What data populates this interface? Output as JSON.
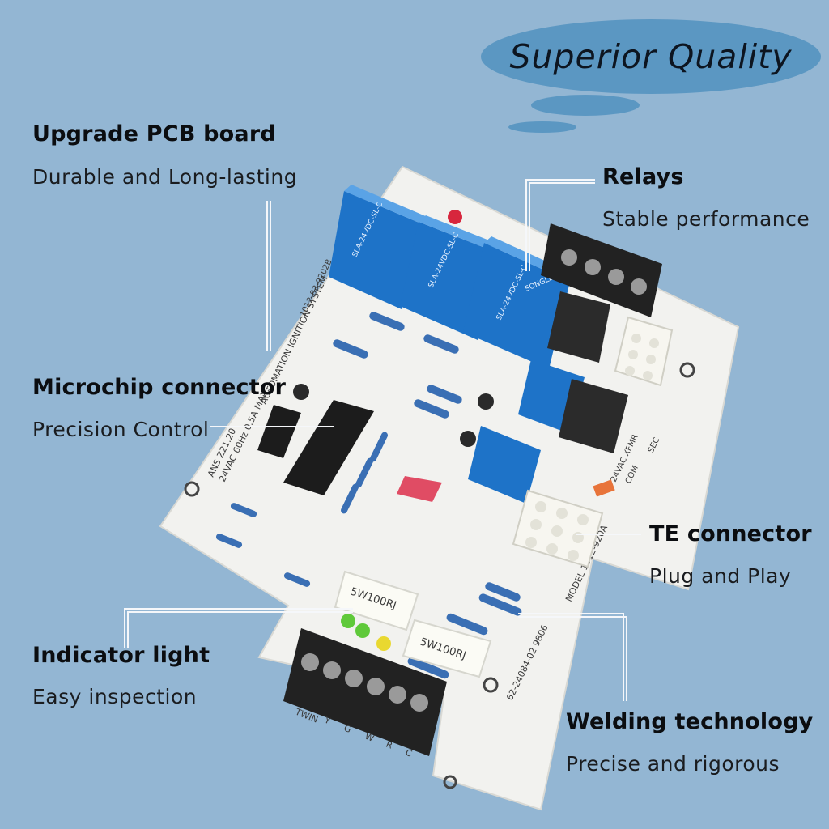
{
  "badge": {
    "text": "Superior Quality"
  },
  "features": [
    {
      "title": "Upgrade PCB board",
      "subtitle": "Durable and Long-lasting"
    },
    {
      "title": "Relays",
      "subtitle": "Stable performance"
    },
    {
      "title": "Microchip connector",
      "subtitle": "Precision Control"
    },
    {
      "title": "TE connector",
      "subtitle": "Plug and Play"
    },
    {
      "title": "Indicator light",
      "subtitle": "Easy inspection"
    },
    {
      "title": "Welding technology",
      "subtitle": "Precise and rigorous"
    }
  ],
  "board": {
    "model": "MODEL 1012-920A",
    "part": "62-24084-02 9806",
    "system": "AUTOMATION IGNITION SYSTEM",
    "ans": "ANS Z21.20",
    "rating": "24VAC 60Hz 0.5A MAX.",
    "code": "1012-83-9202B",
    "relay_label": "SLA-24VDC-SL-C",
    "relay_brand": "SONGLE",
    "resistor_label": "5W100RJ",
    "terminal_labels": [
      "TWIN",
      "Y",
      "G",
      "W",
      "R",
      "C"
    ],
    "xfmr": "24VAC XFMR",
    "com": "COM",
    "sec": "SEC"
  },
  "colors": {
    "background": "#93b6d3",
    "badge": "#5b97c2",
    "board": "#f2f2ef",
    "relay": "#1e73c8",
    "terminal": "#222222"
  }
}
